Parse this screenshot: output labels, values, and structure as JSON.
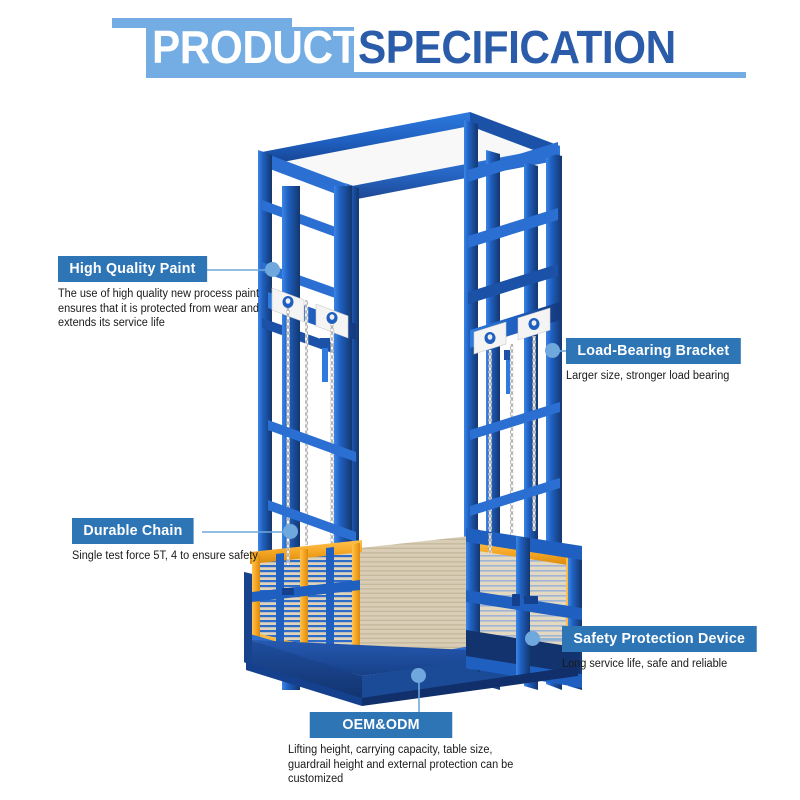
{
  "header": {
    "word1": "PRODUCT",
    "word2": "SPECIFICATION",
    "bar_color": "#74ADE3",
    "word1_color": "#FFFFFF",
    "word2_color": "#2A5CAA"
  },
  "theme": {
    "label_bg": "#2E75B6",
    "label_text": "#FFFFFF",
    "leader_color": "#6FA8DC",
    "body_text": "#1A1A1A",
    "frame_blue": "#1F5FBF",
    "frame_blue_dark": "#15408C",
    "frame_blue_light": "#2E7BE0",
    "platform_dark_blue": "#1C4C9C",
    "guardrail_orange": "#F5A623",
    "mesh_beige": "#D9CDB5",
    "mesh_blue": "#2D6CC9"
  },
  "callouts": [
    {
      "id": "high-quality-paint",
      "title": "High Quality Paint",
      "description": "The use of high quality new process paint ensures that it is protected from wear and extends its service life",
      "side": "left"
    },
    {
      "id": "load-bearing-bracket",
      "title": "Load-Bearing Bracket",
      "description": "Larger size, stronger load bearing",
      "side": "right"
    },
    {
      "id": "durable-chain",
      "title": "Durable Chain",
      "description": "Single test force 5T, 4 to ensure safety",
      "side": "left"
    },
    {
      "id": "safety-protection-device",
      "title": "Safety Protection Device",
      "description": "Long service life, safe and reliable",
      "side": "right"
    },
    {
      "id": "oem-odm",
      "title": "OEM&ODM",
      "description": "Lifting height, carrying capacity, table size, guardrail height and external protection can be customized",
      "side": "bottom"
    }
  ],
  "product": {
    "name": "hydraulic-cargo-lift",
    "parts": [
      "top-frame",
      "left-mast-column",
      "right-mast-column",
      "pulley-bracket",
      "lift-chain",
      "platform-deck",
      "guardrail",
      "safety-gate",
      "mesh-panel"
    ]
  }
}
